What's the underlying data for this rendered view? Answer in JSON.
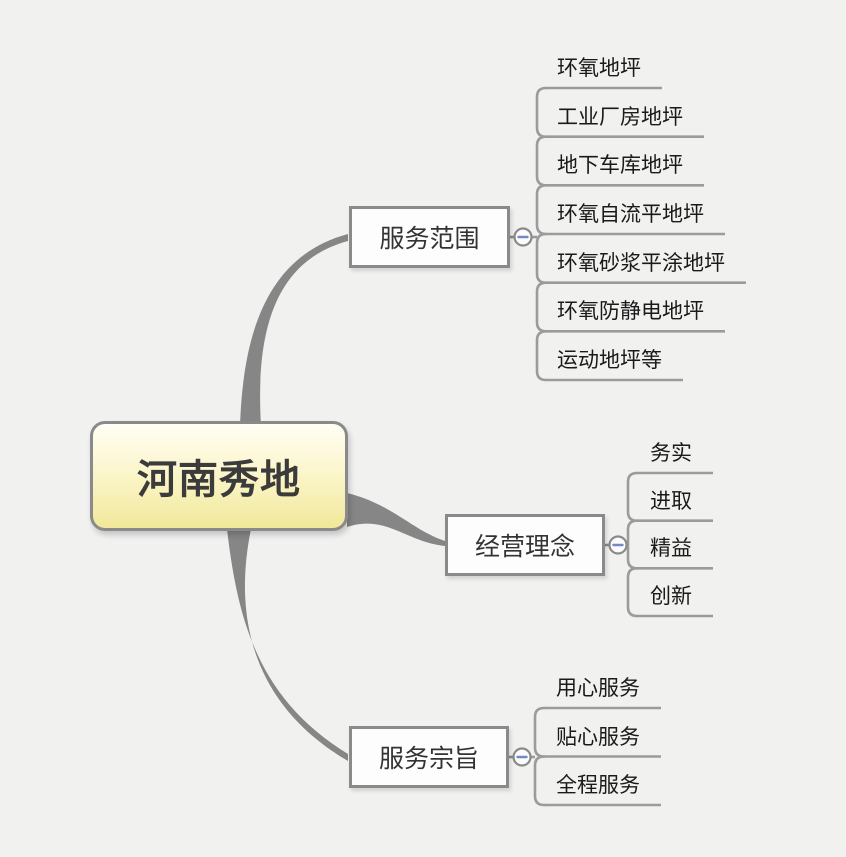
{
  "root": {
    "label": "河南秀地"
  },
  "branches": [
    {
      "label": "服务范围",
      "collapse_icon": "minus",
      "children": [
        "环氧地坪",
        "工业厂房地坪",
        "地下车库地坪",
        "环氧自流平地坪",
        "环氧砂浆平涂地坪",
        "环氧防静电地坪",
        "运动地坪等"
      ]
    },
    {
      "label": "经营理念",
      "collapse_icon": "minus",
      "children": [
        "务实",
        "进取",
        "精益",
        "创新"
      ]
    },
    {
      "label": "服务宗旨",
      "collapse_icon": "minus",
      "children": [
        "用心服务",
        "贴心服务",
        "全程服务"
      ]
    }
  ],
  "colors": {
    "background": "#f1f1f0",
    "line_gray": "#8a8a8a",
    "curve_gray": "#868686",
    "underline_gray": "#9b9b9b",
    "box_border": "#8a8a8a",
    "box_bg": "#fdfdfd",
    "root_gradient_top": "#fffef4",
    "root_gradient_bottom": "#f1e89a",
    "root_text": "#3b3b3b",
    "branch_text": "#333333",
    "child_text": "#1a1a1a",
    "collapse_minus": "#7588c1",
    "collapse_fill": "#fcfcfc"
  }
}
